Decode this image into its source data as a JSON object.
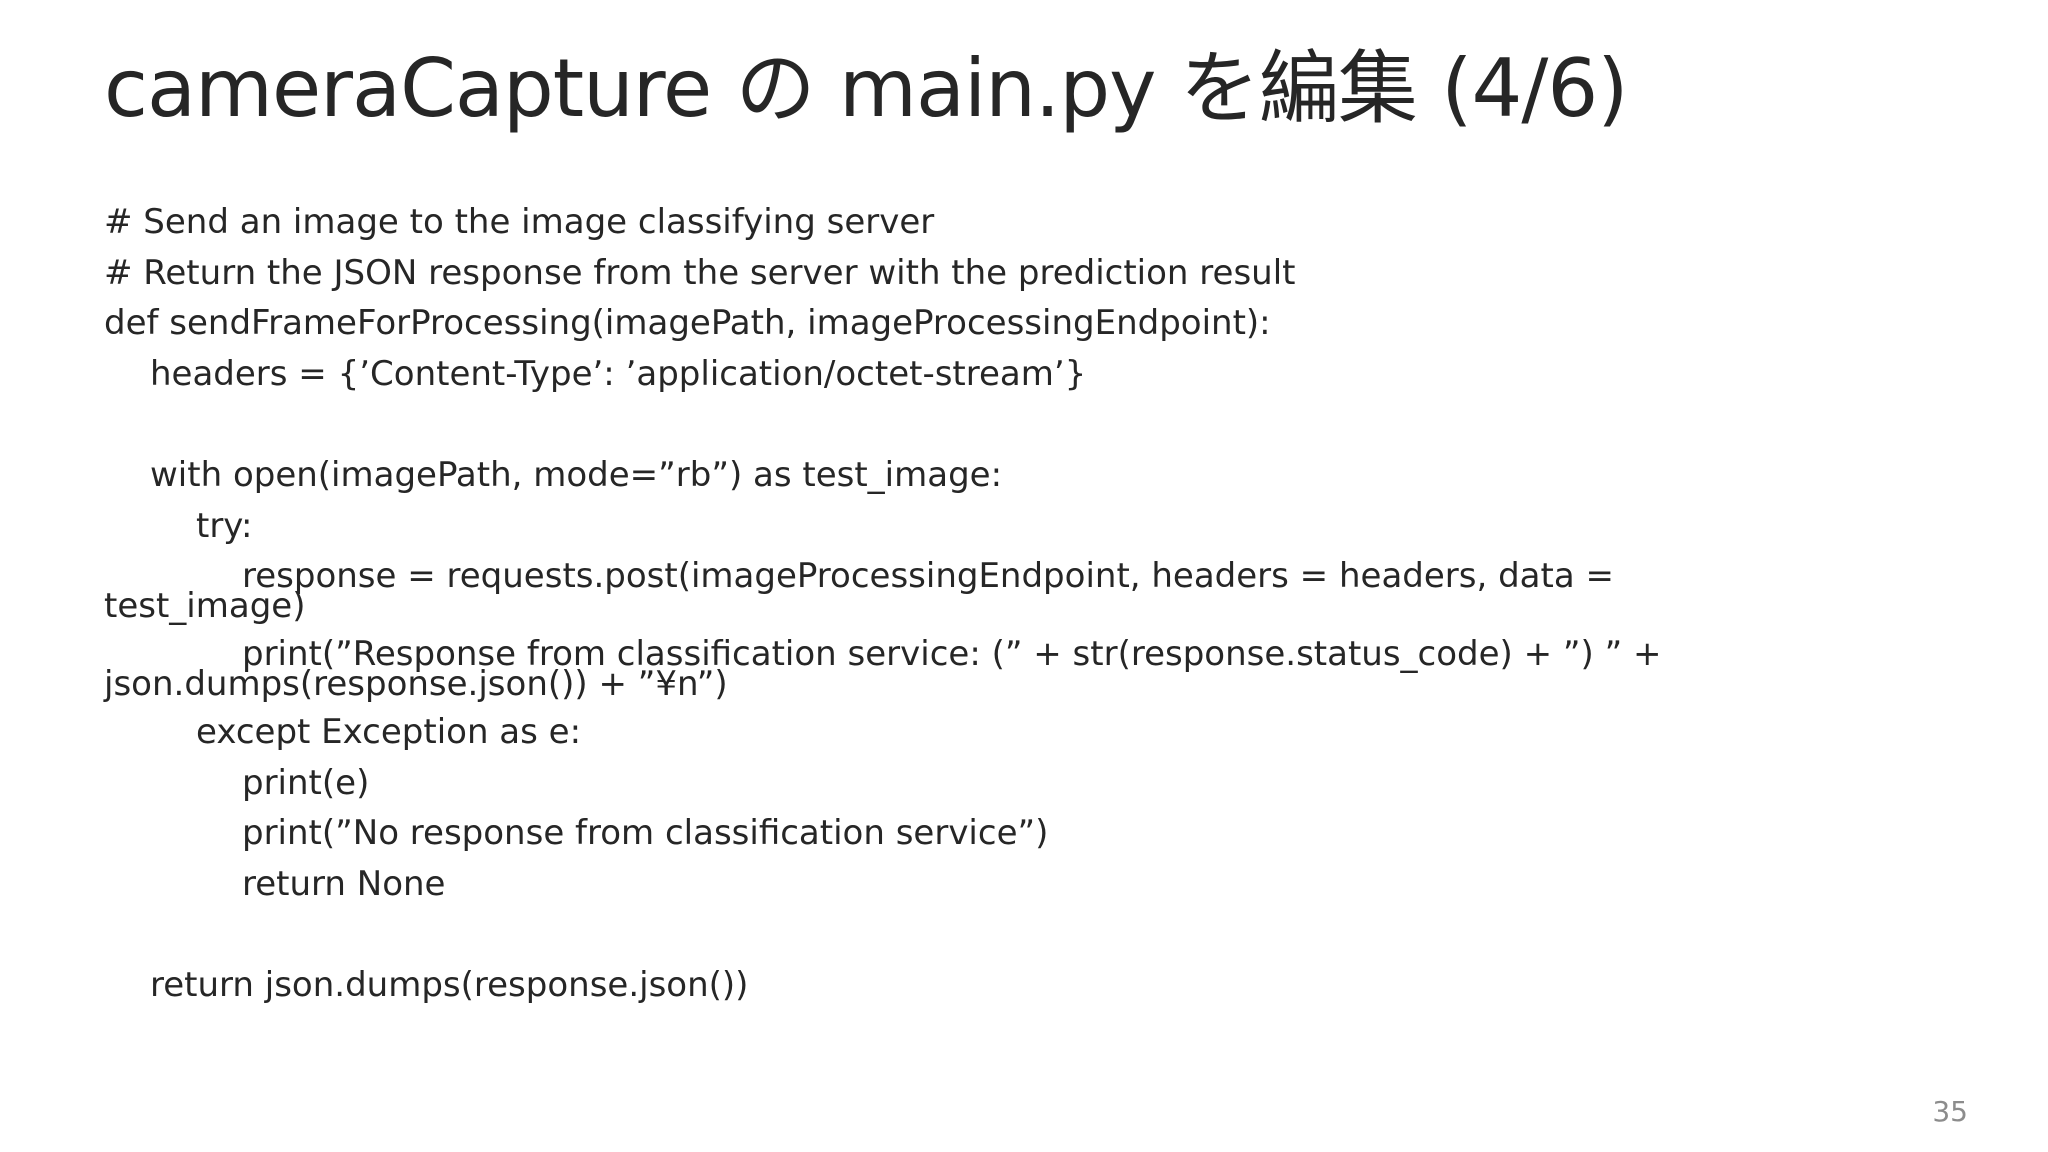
{
  "slide": {
    "title": "cameraCapture の main.py を編集 (4/6)",
    "page_number": "35",
    "code": {
      "l01": "# Send an image to the image classifying server",
      "l02": "# Return the JSON response from the server with the prediction result",
      "l03": "def sendFrameForProcessing(imagePath, imageProcessingEndpoint):",
      "l04": "headers = {’Content-Type’: ’application/octet-stream’}",
      "l05": "",
      "l06": "with open(imagePath, mode=”rb”) as test_image:",
      "l07": "try:",
      "l08a": "response = requests.post(imageProcessingEndpoint, headers = headers, data =",
      "l08b": "test_image)",
      "l09a": "print(”Response from classification service: (” + str(response.status_code) + ”) ” +",
      "l09b": "json.dumps(response.json()) + ”¥n”)",
      "l10": "except Exception as e:",
      "l11": "print(e)",
      "l12": "print(”No response from classification service”)",
      "l13": "return None",
      "l14": "",
      "l15": "return json.dumps(response.json())"
    }
  }
}
